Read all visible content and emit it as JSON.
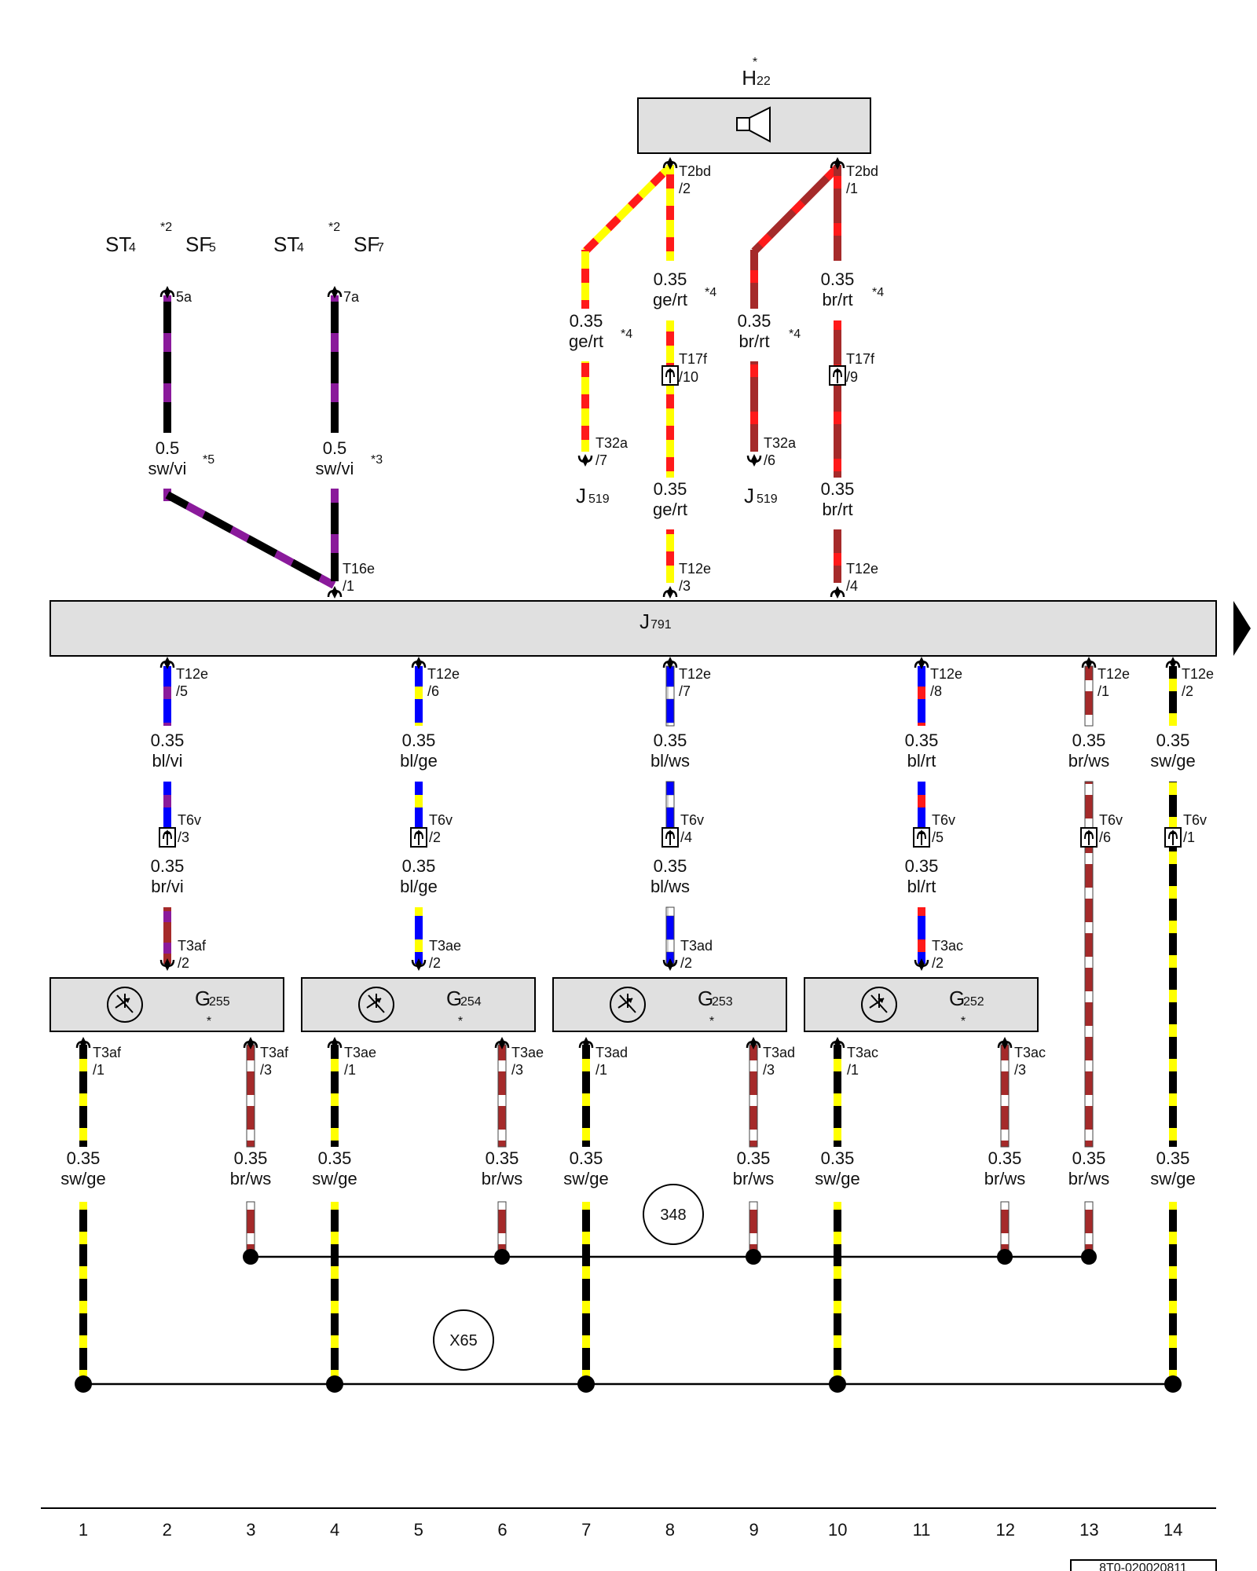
{
  "components": {
    "h22": {
      "name": "H",
      "sub": "22",
      "star": "*"
    },
    "j791": {
      "name": "J",
      "sub": "791"
    },
    "g255": {
      "name": "G",
      "sub": "255",
      "star": "*"
    },
    "g254": {
      "name": "G",
      "sub": "254",
      "star": "*"
    },
    "g253": {
      "name": "G",
      "sub": "253",
      "star": "*"
    },
    "g252": {
      "name": "G",
      "sub": "252",
      "star": "*"
    },
    "j519a": {
      "name": "J",
      "sub": "519"
    },
    "j519b": {
      "name": "J",
      "sub": "519"
    }
  },
  "fuse_labels": {
    "st4_a": {
      "name": "ST",
      "sub": "4"
    },
    "sf5": {
      "name": "SF",
      "sub": "5",
      "note": "*2"
    },
    "st4_b": {
      "name": "ST",
      "sub": "4"
    },
    "sf7": {
      "name": "SF",
      "sub": "7",
      "note": "*2"
    }
  },
  "pins": {
    "p5a": "5a",
    "p7a": "7a",
    "t2bd_2_a": "T2bd",
    "t2bd_2_b": "/2",
    "t2bd_1_a": "T2bd",
    "t2bd_1_b": "/1",
    "t17f_10_a": "T17f",
    "t17f_10_b": "/10",
    "t17f_9_a": "T17f",
    "t17f_9_b": "/9",
    "t32a_7_a": "T32a",
    "t32a_7_b": "/7",
    "t32a_6_a": "T32a",
    "t32a_6_b": "/6",
    "t16e_1_a": "T16e",
    "t16e_1_b": "/1",
    "t12e_3_a": "T12e",
    "t12e_3_b": "/3",
    "t12e_4_a": "T12e",
    "t12e_4_b": "/4",
    "t12e_5_a": "T12e",
    "t12e_5_b": "/5",
    "t12e_6_a": "T12e",
    "t12e_6_b": "/6",
    "t12e_7_a": "T12e",
    "t12e_7_b": "/7",
    "t12e_8_a": "T12e",
    "t12e_8_b": "/8",
    "t12e_1_a": "T12e",
    "t12e_1_b": "/1",
    "t12e_2_a": "T12e",
    "t12e_2_b": "/2",
    "t6v_3_a": "T6v",
    "t6v_3_b": "/3",
    "t6v_2_a": "T6v",
    "t6v_2_b": "/2",
    "t6v_4_a": "T6v",
    "t6v_4_b": "/4",
    "t6v_5_a": "T6v",
    "t6v_5_b": "/5",
    "t6v_6_a": "T6v",
    "t6v_6_b": "/6",
    "t6v_1_a": "T6v",
    "t6v_1_b": "/1",
    "t3af_2_a": "T3af",
    "t3af_2_b": "/2",
    "t3ae_2_a": "T3ae",
    "t3ae_2_b": "/2",
    "t3ad_2_a": "T3ad",
    "t3ad_2_b": "/2",
    "t3ac_2_a": "T3ac",
    "t3ac_2_b": "/2",
    "t3af_1_a": "T3af",
    "t3af_1_b": "/1",
    "t3af_3_a": "T3af",
    "t3af_3_b": "/3",
    "t3ae_1_a": "T3ae",
    "t3ae_1_b": "/1",
    "t3ae_3_a": "T3ae",
    "t3ae_3_b": "/3",
    "t3ad_1_a": "T3ad",
    "t3ad_1_b": "/1",
    "t3ad_3_a": "T3ad",
    "t3ad_3_b": "/3",
    "t3ac_1_a": "T3ac",
    "t3ac_1_b": "/1",
    "t3ac_3_a": "T3ac",
    "t3ac_3_b": "/3"
  },
  "wire_labels": {
    "w_sf5_size": "0.5",
    "w_sf5_color": "sw/vi",
    "w_sf5_note": "*5",
    "w_sf7_size": "0.5",
    "w_sf7_color": "sw/vi",
    "w_sf7_note": "*3",
    "w_j519a_size": "0.35",
    "w_j519a_color": "ge/rt",
    "w_j519a_note": "*4",
    "w_t2bd2_size": "0.35",
    "w_t2bd2_color": "ge/rt",
    "w_t2bd2_note": "*4",
    "w_j519b_size": "0.35",
    "w_j519b_color": "br/rt",
    "w_j519b_note": "*4",
    "w_t2bd1_size": "0.35",
    "w_t2bd1_color": "br/rt",
    "w_t2bd1_note": "*4",
    "w_t12e3_size": "0.35",
    "w_t12e3_color": "ge/rt",
    "w_t12e4_size": "0.35",
    "w_t12e4_color": "br/rt",
    "a1_size": "0.35",
    "a1_color": "bl/vi",
    "a2_size": "0.35",
    "a2_color": "bl/ge",
    "a3_size": "0.35",
    "a3_color": "bl/ws",
    "a4_size": "0.35",
    "a4_color": "bl/rt",
    "a5_size": "0.35",
    "a5_color": "br/ws",
    "a6_size": "0.35",
    "a6_color": "sw/ge",
    "b1_size": "0.35",
    "b1_color": "br/vi",
    "b2_size": "0.35",
    "b2_color": "bl/ge",
    "b3_size": "0.35",
    "b3_color": "bl/ws",
    "b4_size": "0.35",
    "b4_color": "bl/rt",
    "c1_size": "0.35",
    "c1_color": "sw/ge",
    "c2_size": "0.35",
    "c2_color": "br/ws",
    "c3_size": "0.35",
    "c3_color": "sw/ge",
    "c4_size": "0.35",
    "c4_color": "br/ws",
    "c5_size": "0.35",
    "c5_color": "sw/ge",
    "c6_size": "0.35",
    "c6_color": "br/ws",
    "c7_size": "0.35",
    "c7_color": "sw/ge",
    "c8_size": "0.35",
    "c8_color": "br/ws",
    "c9_size": "0.35",
    "c9_color": "br/ws",
    "c10_size": "0.35",
    "c10_color": "sw/ge"
  },
  "connections": {
    "c348": "348",
    "x65": "X65"
  },
  "grid_numbers": [
    "1",
    "2",
    "3",
    "4",
    "5",
    "6",
    "7",
    "8",
    "9",
    "10",
    "11",
    "12",
    "13",
    "14"
  ],
  "drawing_id": "8T0-020020811",
  "colors": {
    "sw": "#000000",
    "vi": "#8a1a9b",
    "ge": "#ffff00",
    "rt": "#ff1a1a",
    "br": "#a52a2a",
    "bl": "#0000ff",
    "ws": "#ffffff",
    "box": "#e0e0e0"
  }
}
